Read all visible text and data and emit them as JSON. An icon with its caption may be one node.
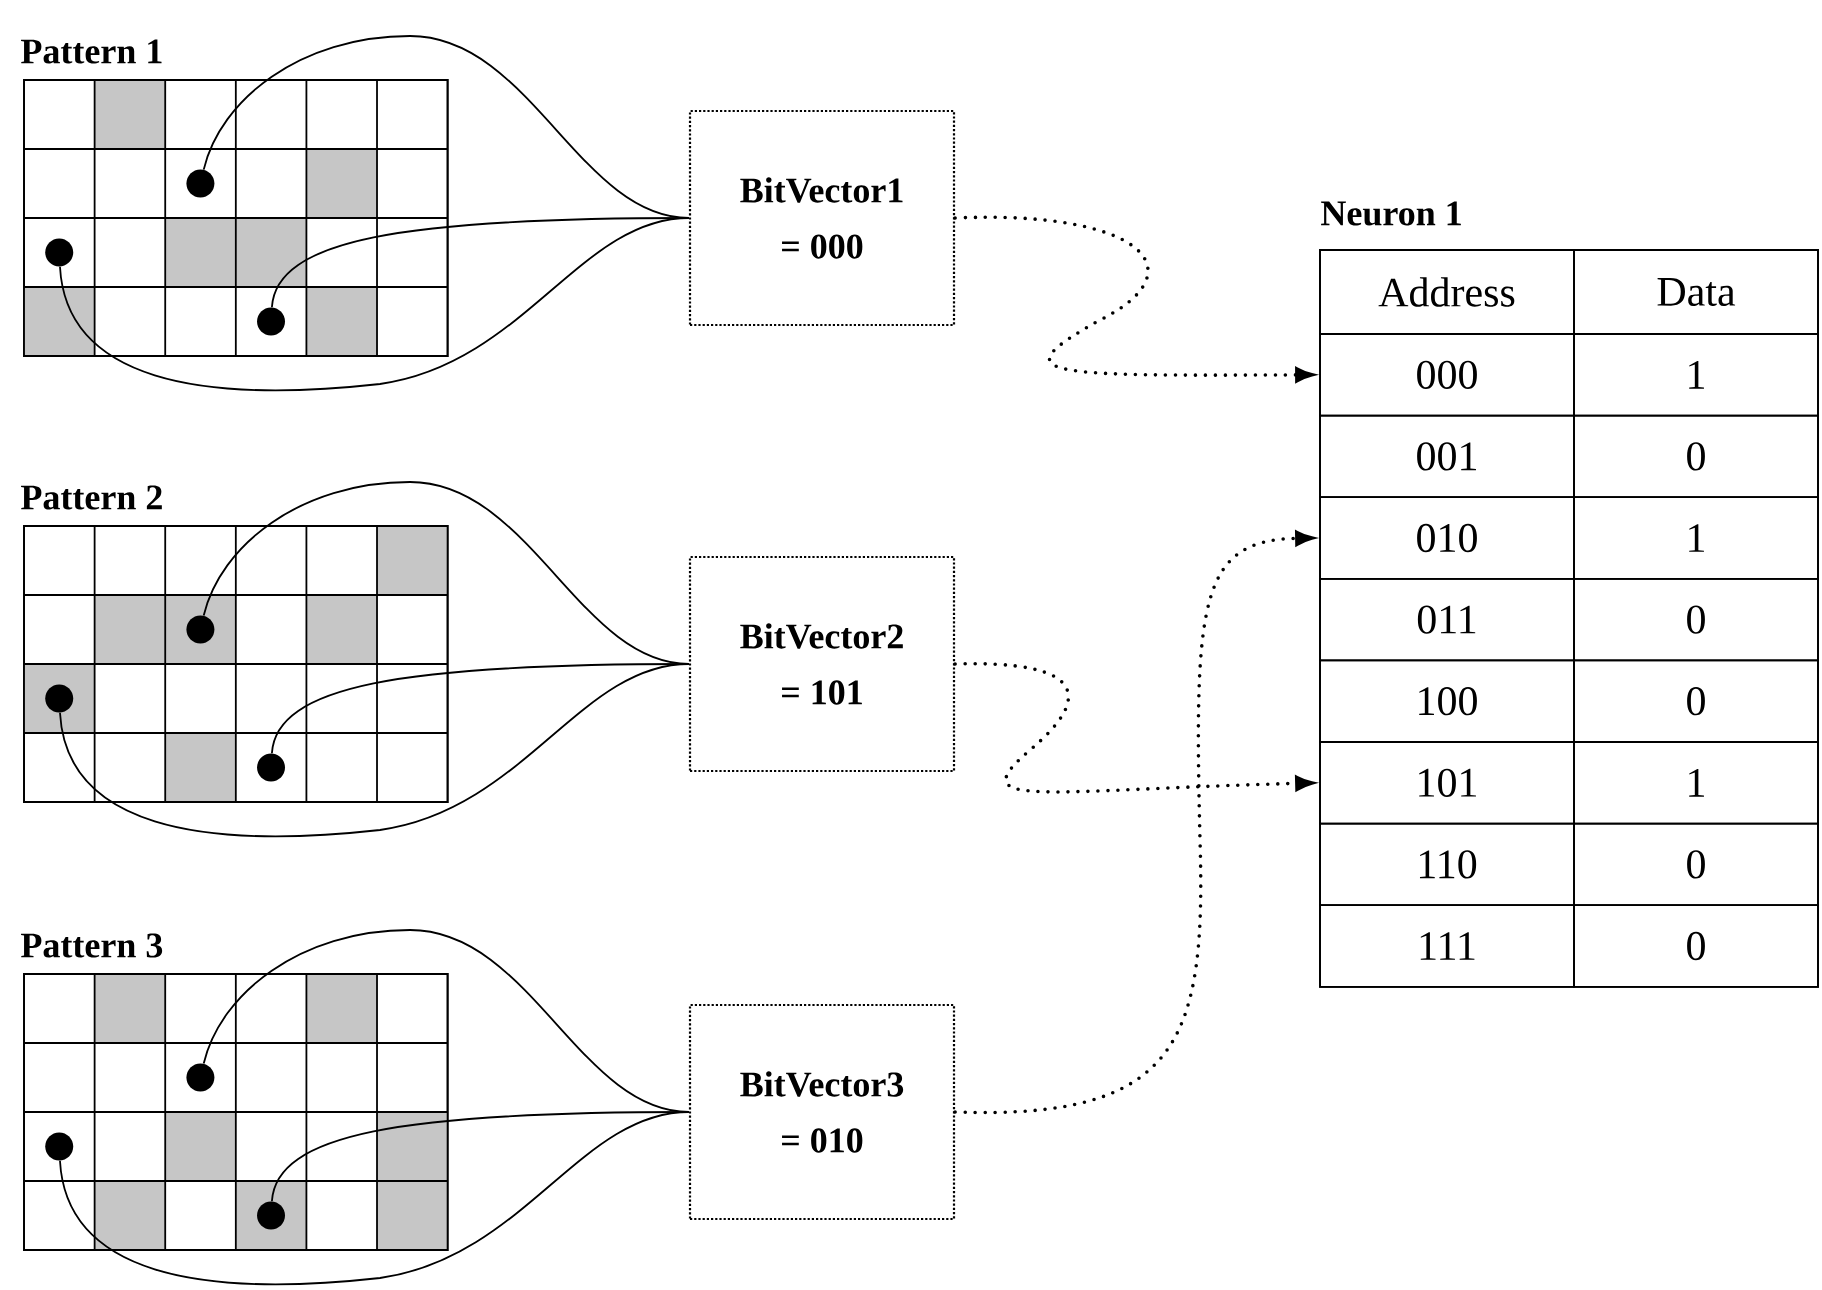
{
  "diagram": {
    "nodes": [
      {
        "text": [
          "Pattern 1"
        ]
      },
      {
        "text": [],
        "shape": "circle",
        "in": 0
      },
      {
        "text": [],
        "shape": "circle",
        "in": 0
      },
      {
        "text": [],
        "shape": "circle",
        "in": 0
      },
      {
        "text": [
          "BitVector1",
          "= 000"
        ]
      },
      {
        "text": [
          "Pattern 2"
        ]
      },
      {
        "text": [],
        "shape": "circle",
        "in": 5
      },
      {
        "text": [],
        "shape": "circle",
        "in": 5
      },
      {
        "text": [],
        "shape": "circle",
        "in": 5
      },
      {
        "text": [
          "BitVector2",
          "= 101"
        ]
      },
      {
        "text": [
          "Pattern 3"
        ]
      },
      {
        "text": [],
        "shape": "circle",
        "in": 10
      },
      {
        "text": [],
        "shape": "circle",
        "in": 10
      },
      {
        "text": [],
        "shape": "circle",
        "in": 10
      },
      {
        "text": [
          "BitVector3",
          "= 010"
        ]
      },
      {
        "text": [
          "Neuron 1"
        ]
      },
      {
        "text": [
          "Address"
        ],
        "in": 15
      },
      {
        "text": [
          "Data"
        ],
        "in": 15
      },
      {
        "text": [
          "000"
        ],
        "in": 15
      },
      {
        "text": [
          "1"
        ],
        "in": 15
      },
      {
        "text": [
          "001"
        ],
        "in": 15
      },
      {
        "text": [
          "0"
        ],
        "in": 15
      },
      {
        "text": [
          "010"
        ],
        "in": 15
      },
      {
        "text": [
          "1"
        ],
        "in": 15
      },
      {
        "text": [
          "011"
        ],
        "in": 15
      },
      {
        "text": [
          "0"
        ],
        "in": 15
      },
      {
        "text": [
          "100"
        ],
        "in": 15
      },
      {
        "text": [
          "0"
        ],
        "in": 15
      },
      {
        "text": [
          "101"
        ],
        "in": 15
      },
      {
        "text": [
          "1"
        ],
        "in": 15
      },
      {
        "text": [
          "110"
        ],
        "in": 15
      },
      {
        "text": [
          "0"
        ],
        "in": 15
      },
      {
        "text": [
          "111"
        ],
        "in": 15
      },
      {
        "text": [
          "0"
        ],
        "in": 15
      }
    ],
    "edges": [
      {
        "from": 1,
        "to": 4,
        "arrow": "none"
      },
      {
        "from": 2,
        "to": 4,
        "arrow": "none"
      },
      {
        "from": 3,
        "to": 4,
        "arrow": "none"
      },
      {
        "from": 6,
        "to": 9,
        "arrow": "none"
      },
      {
        "from": 7,
        "to": 9,
        "arrow": "none"
      },
      {
        "from": 8,
        "to": 9,
        "arrow": "none"
      },
      {
        "from": 11,
        "to": 14,
        "arrow": "none"
      },
      {
        "from": 12,
        "to": 14,
        "arrow": "none"
      },
      {
        "from": 13,
        "to": 14,
        "arrow": "none"
      },
      {
        "from": 4,
        "to": 18,
        "arrow": "to",
        "style": "dashed"
      },
      {
        "from": 9,
        "to": 28,
        "arrow": "to",
        "style": "dashed"
      },
      {
        "from": 14,
        "to": 22,
        "arrow": "to",
        "style": "dashed"
      }
    ]
  }
}
